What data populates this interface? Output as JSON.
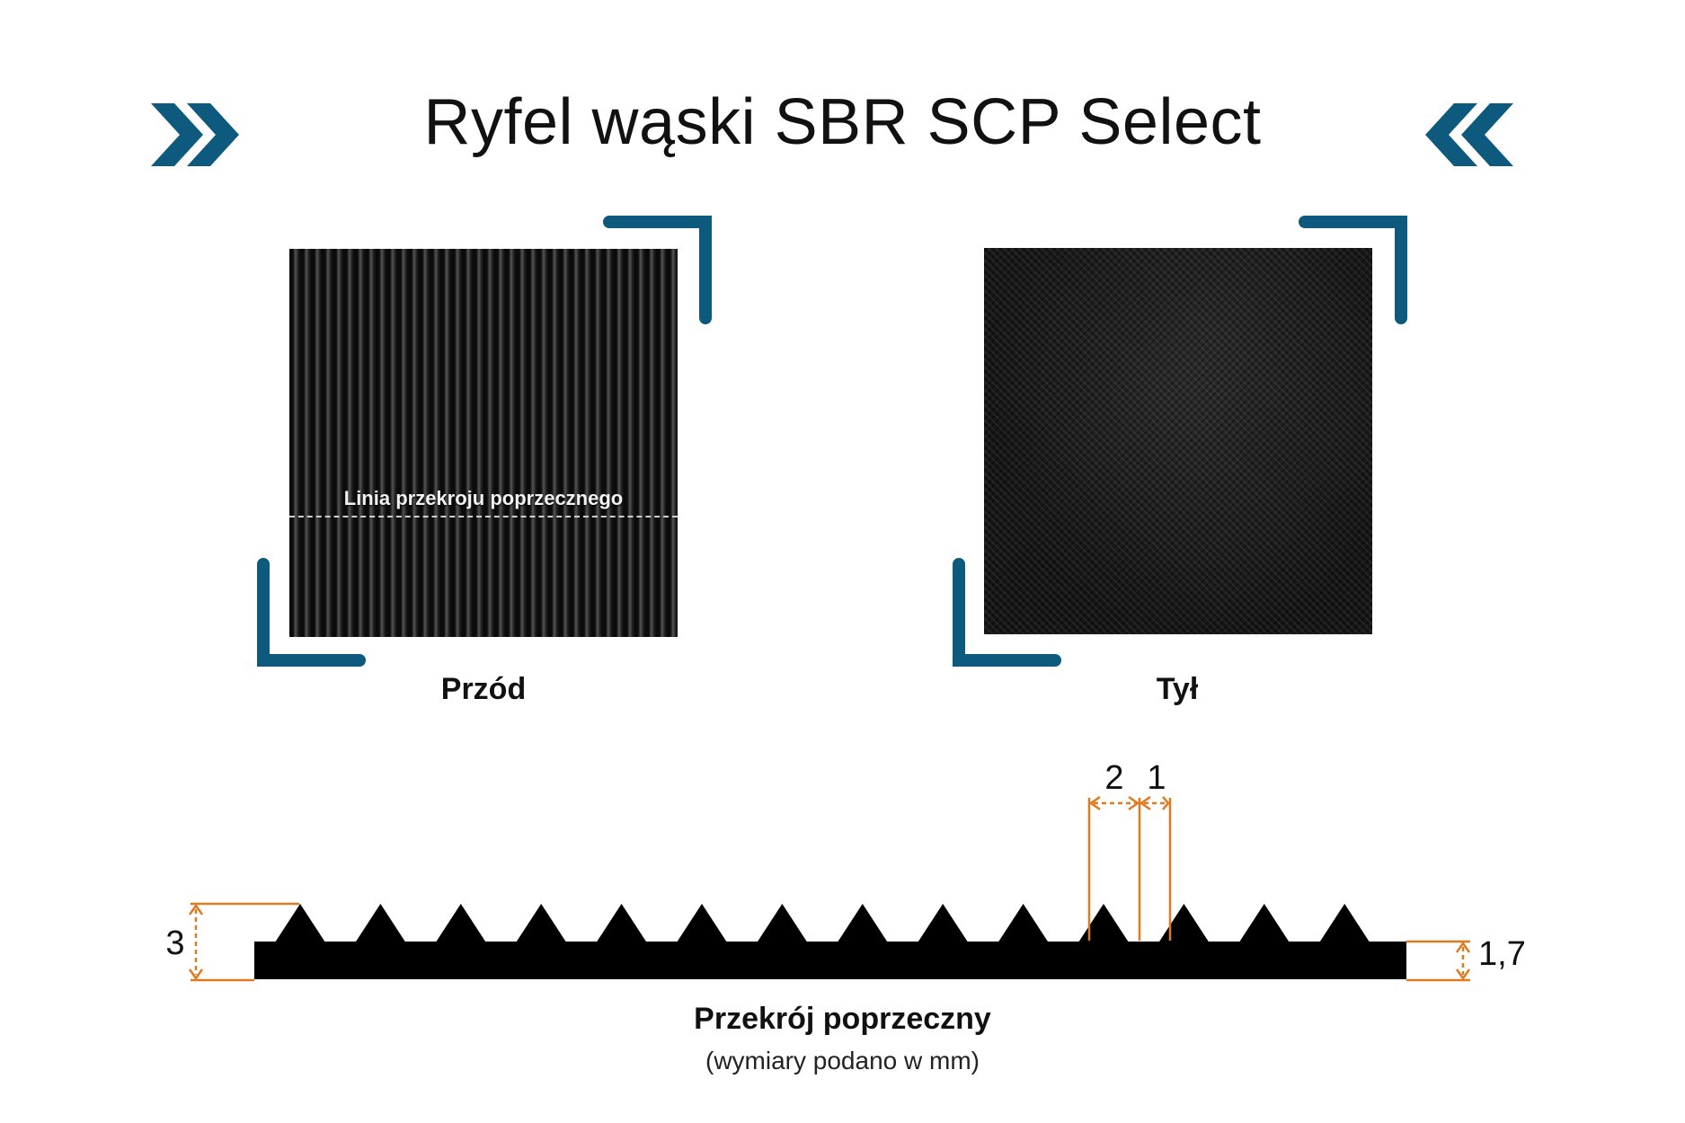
{
  "title": "Ryfel wąski SBR SCP Select",
  "colors": {
    "accent": "#0d5a7e",
    "dimension": "#e07a1f",
    "rubber": "#000000"
  },
  "icons": {
    "left": "double-chevron-right-icon",
    "right": "double-chevron-left-icon"
  },
  "front": {
    "caption": "Przód",
    "cut_line_label": "Linia przekroju poprzecznego"
  },
  "back": {
    "caption": "Tył"
  },
  "cross_section": {
    "title": "Przekrój poprzeczny",
    "subtitle": "(wymiary podano w mm)",
    "rib_count": 14,
    "dimensions": {
      "total_height": "3",
      "base_thickness": "1,7",
      "rib_width": "2",
      "rib_gap": "1"
    }
  }
}
